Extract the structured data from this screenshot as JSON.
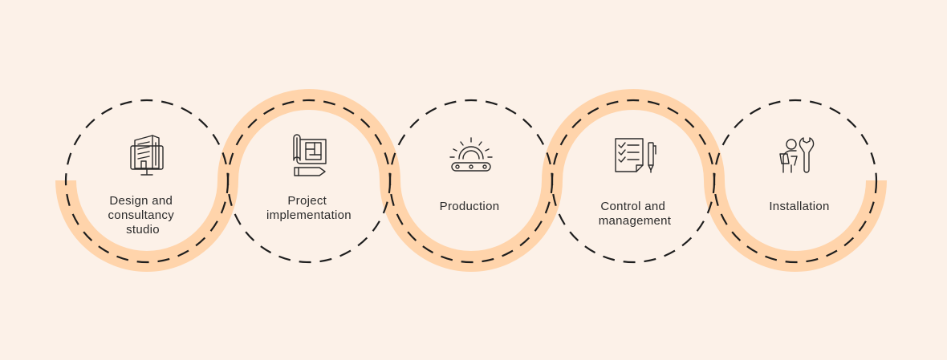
{
  "colors": {
    "background": "#FCF1E8",
    "wave": "#FFD4AB",
    "dashed_circle": "#1E1E1E",
    "text": "#2B2B2B"
  },
  "steps": [
    {
      "lines": [
        "Design and",
        "consultancy",
        "studio"
      ],
      "icon": "building-monitor-icon"
    },
    {
      "lines": [
        "Project",
        "implementation"
      ],
      "icon": "blueprint-pencil-icon"
    },
    {
      "lines": [
        "Production"
      ],
      "icon": "gear-conveyor-icon"
    },
    {
      "lines": [
        "Control and",
        "management"
      ],
      "icon": "checklist-pen-icon"
    },
    {
      "lines": [
        "Installation"
      ],
      "icon": "worker-wrench-icon"
    }
  ]
}
